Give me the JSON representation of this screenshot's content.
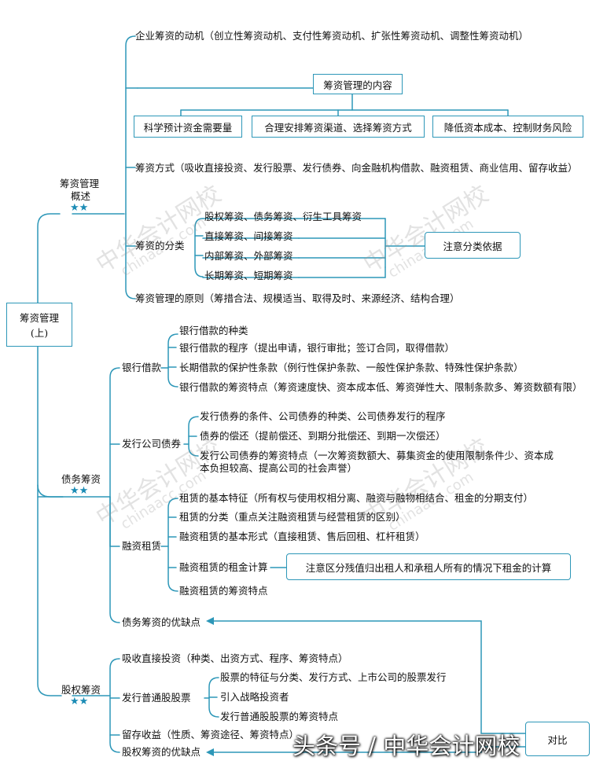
{
  "root": {
    "line1": "筹资管理",
    "line2": "(上)"
  },
  "stars": "★★",
  "section1": {
    "title_line1": "筹资管理",
    "title_line2": "概述",
    "motive": "企业筹资的动机（创立性筹资动机、支付性筹资动机、扩张性筹资动机、调整性筹资动机）",
    "content_box": "筹资管理的内容",
    "content_items": [
      "科学预计资金需要量",
      "合理安排筹资渠道、选择筹资方式",
      "降低资本成本、控制财务风险"
    ],
    "methods": "筹资方式（吸收直接投资、发行股票、发行债券、向金融机构借款、融资租赁、商业信用、留存收益）",
    "classification": "筹资的分类",
    "class_items": [
      "股权筹资、债务筹资、衍生工具筹资",
      "直接筹资、间接筹资",
      "内部筹资、外部筹资",
      "长期筹资、短期筹资"
    ],
    "class_note": "注意分类依据",
    "principles": "筹资管理的原则（筹措合法、规模适当、取得及时、来源经济、结构合理）"
  },
  "section2": {
    "title": "债务筹资",
    "bank": "银行借款",
    "bank_items": [
      "银行借款的种类",
      "银行借款的程序（提出申请，银行审批；签订合同，取得借款）",
      "长期借款的保护性条款（例行性保护条款、一般性保护条款、特殊性保护条款）",
      "银行借款的筹资特点（筹资速度快、资本成本低、筹资弹性大、限制条款多、筹资数额有限）"
    ],
    "bond": "发行公司债券",
    "bond_items": [
      "发行债券的条件、公司债券的种类、公司债券发行的程序",
      "债券的偿还（提前偿还、到期分批偿还、到期一次偿还）",
      "发行公司债券的筹资特点（一次筹资数额大、募集资金的使用限制条件少、资本成",
      "本负担较高、提高公司的社会声誉）"
    ],
    "lease": "融资租赁",
    "lease_items": [
      "租赁的基本特征（所有权与使用权相分离、融资与融物相结合、租金的分期支付）",
      "租赁的分类（重点关注融资租赁与经营租赁的区别）",
      "融资租赁的基本形式（直接租赁、售后回租、杠杆租赁）",
      "融资租赁的租金计算",
      "融资租赁的筹资特点"
    ],
    "lease_note": "注意区分残值归出租人和承租人所有的情况下租金的计算",
    "pros_cons": "债务筹资的优缺点"
  },
  "section3": {
    "title": "股权筹资",
    "direct": "吸收直接投资（种类、出资方式、程序、筹资特点）",
    "stock": "发行普通股股票",
    "stock_items": [
      "股票的特征与分类、发行方式、上市公司的股票发行",
      "引入战略投资者",
      "发行普通股股票的筹资特点"
    ],
    "retained": "留存收益（性质、筹资途径、筹资特点）",
    "pros_cons": "股权筹资的优缺点",
    "compare": "对比"
  },
  "watermark": {
    "cn": "中华会计网校",
    "en": "chinaacc.com"
  },
  "footer": "头条号 / 中华会计网校",
  "colors": {
    "line": "#2d97b8",
    "star": "#1a8bb5"
  }
}
